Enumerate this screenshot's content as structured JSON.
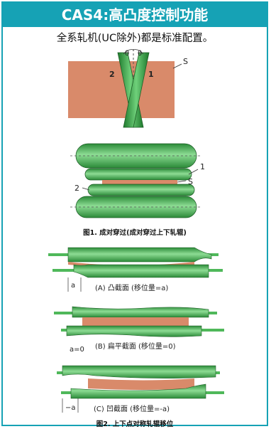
{
  "header": {
    "title": "CAS4:高凸度控制功能"
  },
  "subtitle": "全系轧机(UC除外)都是标准配置。",
  "fig1_top": {
    "theta_left": "θ",
    "theta_right": "θ",
    "roll_1": "1",
    "roll_2": "2",
    "strip_s": "S"
  },
  "fig1_bottom": {
    "roll_1": "1",
    "roll_2": "2",
    "strip_s": "S"
  },
  "figure1_caption": "图1. 成对穿过(成对穿过上下轧辊)",
  "variants": [
    {
      "label": "(A) 凸截面 (移位量=a)",
      "shift": "a"
    },
    {
      "label": "(B) 扁平截面 (移位量=0)",
      "shift": "a=0"
    },
    {
      "label": "(C) 凹截面 (移位量=-a)",
      "shift": "−a"
    }
  ],
  "figure2_caption": "图2. 上下点对称轧辊移位",
  "colors": {
    "accent": "#16a2b5",
    "roll_green": "#3fae49",
    "strip_salmon": "#d98a6a"
  }
}
